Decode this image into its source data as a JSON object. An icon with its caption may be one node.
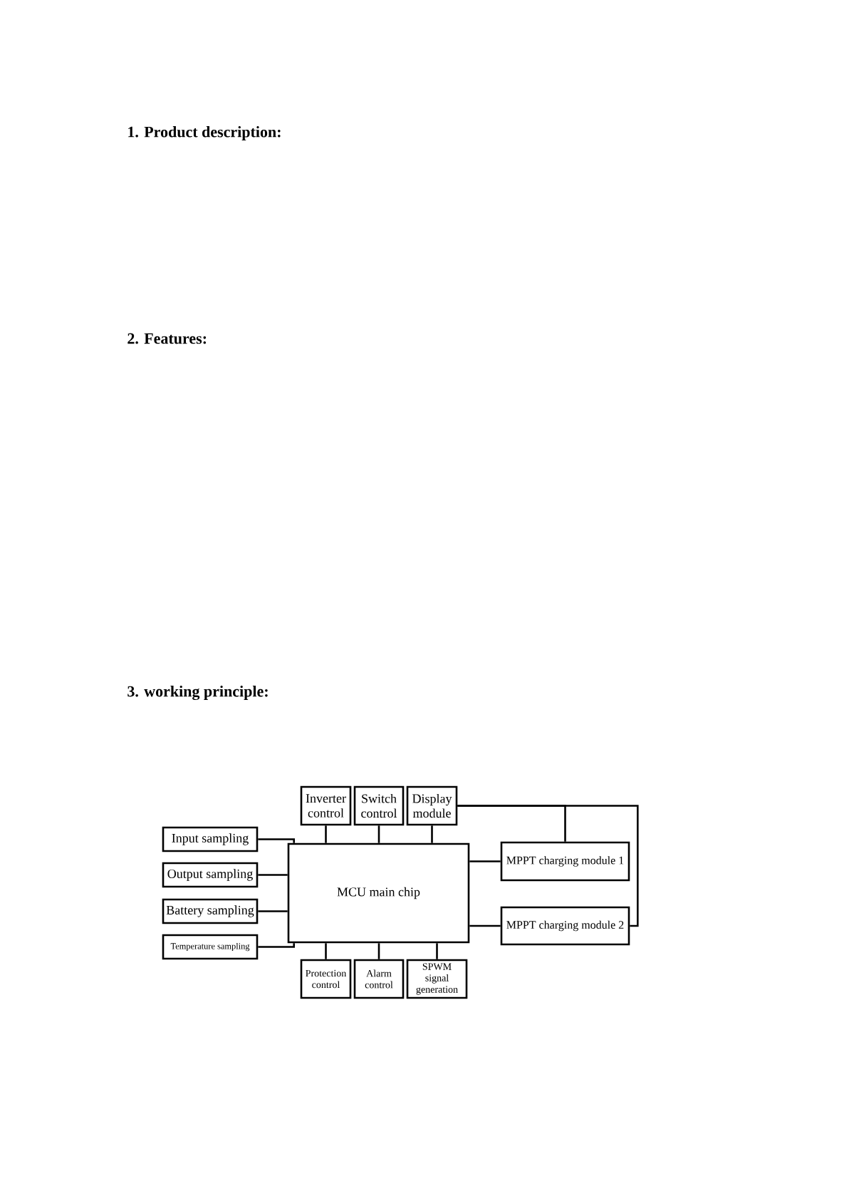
{
  "diagram": {
    "nodes": [
      {
        "text": [
          "Inverter control"
        ]
      },
      {
        "text": [
          "Switch control"
        ]
      },
      {
        "text": [
          "Display module"
        ]
      },
      {
        "text": [
          "Input sampling"
        ]
      },
      {
        "text": [
          "Output sampling"
        ]
      },
      {
        "text": [
          "Battery sampling"
        ]
      },
      {
        "text": [
          "Temperature sampling"
        ]
      },
      {
        "text": [
          "MCU main chip"
        ]
      },
      {
        "text": [
          "MPPT charging module 1"
        ]
      },
      {
        "text": [
          "MPPT charging module 2"
        ]
      },
      {
        "text": [
          "Protection control"
        ]
      },
      {
        "text": [
          "Alarm control"
        ]
      },
      {
        "text": [
          "SPWM signal generation"
        ]
      }
    ],
    "edges": [
      {
        "from": 3,
        "to": 7,
        "arrow": "none"
      },
      {
        "from": 4,
        "to": 7,
        "arrow": "none"
      },
      {
        "from": 5,
        "to": 7,
        "arrow": "none"
      },
      {
        "from": 6,
        "to": 7,
        "arrow": "none"
      },
      {
        "from": 0,
        "to": 7,
        "arrow": "none"
      },
      {
        "from": 1,
        "to": 7,
        "arrow": "none"
      },
      {
        "from": 2,
        "to": 7,
        "arrow": "none"
      },
      {
        "from": 7,
        "to": 10,
        "arrow": "none"
      },
      {
        "from": 7,
        "to": 11,
        "arrow": "none"
      },
      {
        "from": 7,
        "to": 12,
        "arrow": "none"
      },
      {
        "from": 7,
        "to": 8,
        "arrow": "none"
      },
      {
        "from": 7,
        "to": 9,
        "arrow": "none"
      },
      {
        "from": 2,
        "to": 8,
        "arrow": "none"
      },
      {
        "from": 2,
        "to": 9,
        "arrow": "none"
      }
    ],
    "labels": [
      "1. Product description:",
      "2. Features:",
      "3. working principle:"
    ]
  }
}
